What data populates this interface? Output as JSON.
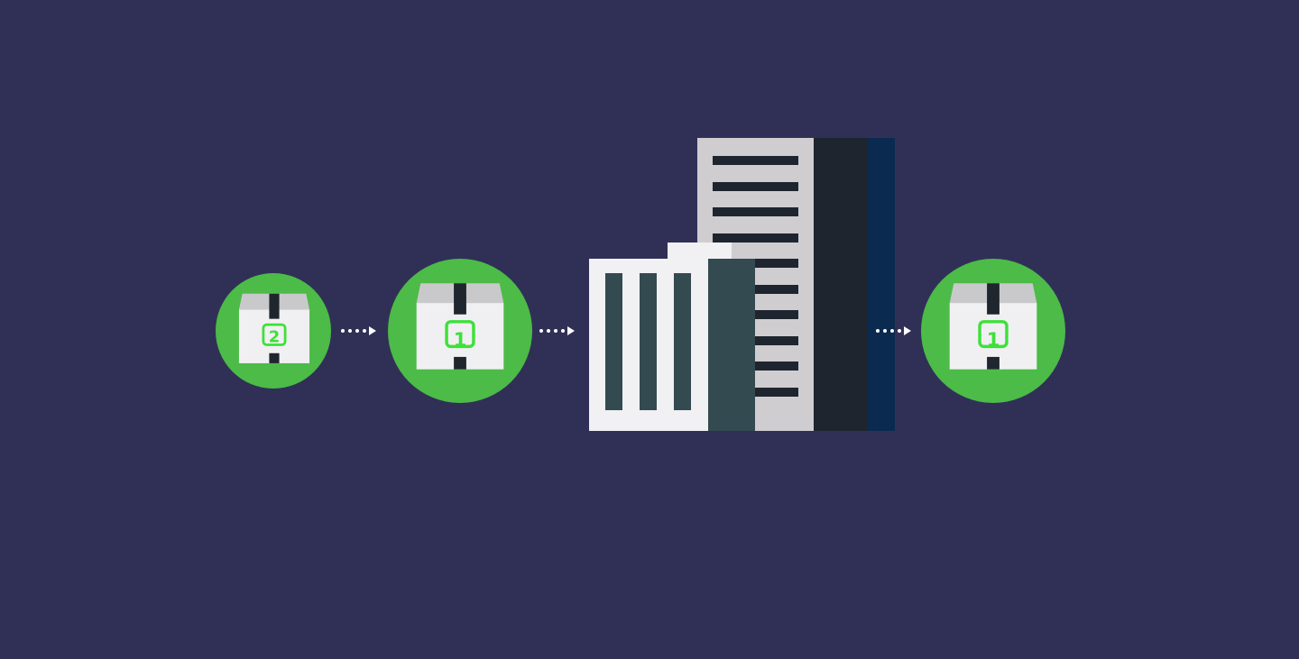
{
  "packages": [
    {
      "number": "2"
    },
    {
      "number": "1"
    },
    {
      "number": "1"
    }
  ],
  "colors": {
    "background": "#303057",
    "circle": "#4cbb47",
    "box": "#f0f0f2",
    "box_top": "#c9c9cc",
    "tape": "#1f262d",
    "number": "#3ee03a",
    "arrow": "#ffffff",
    "building_light": "#cfcdd0",
    "building_dark": "#1e252f",
    "building_navy": "#0b2a4f",
    "building_white": "#f1f0f3",
    "building_teal": "#334a50"
  }
}
